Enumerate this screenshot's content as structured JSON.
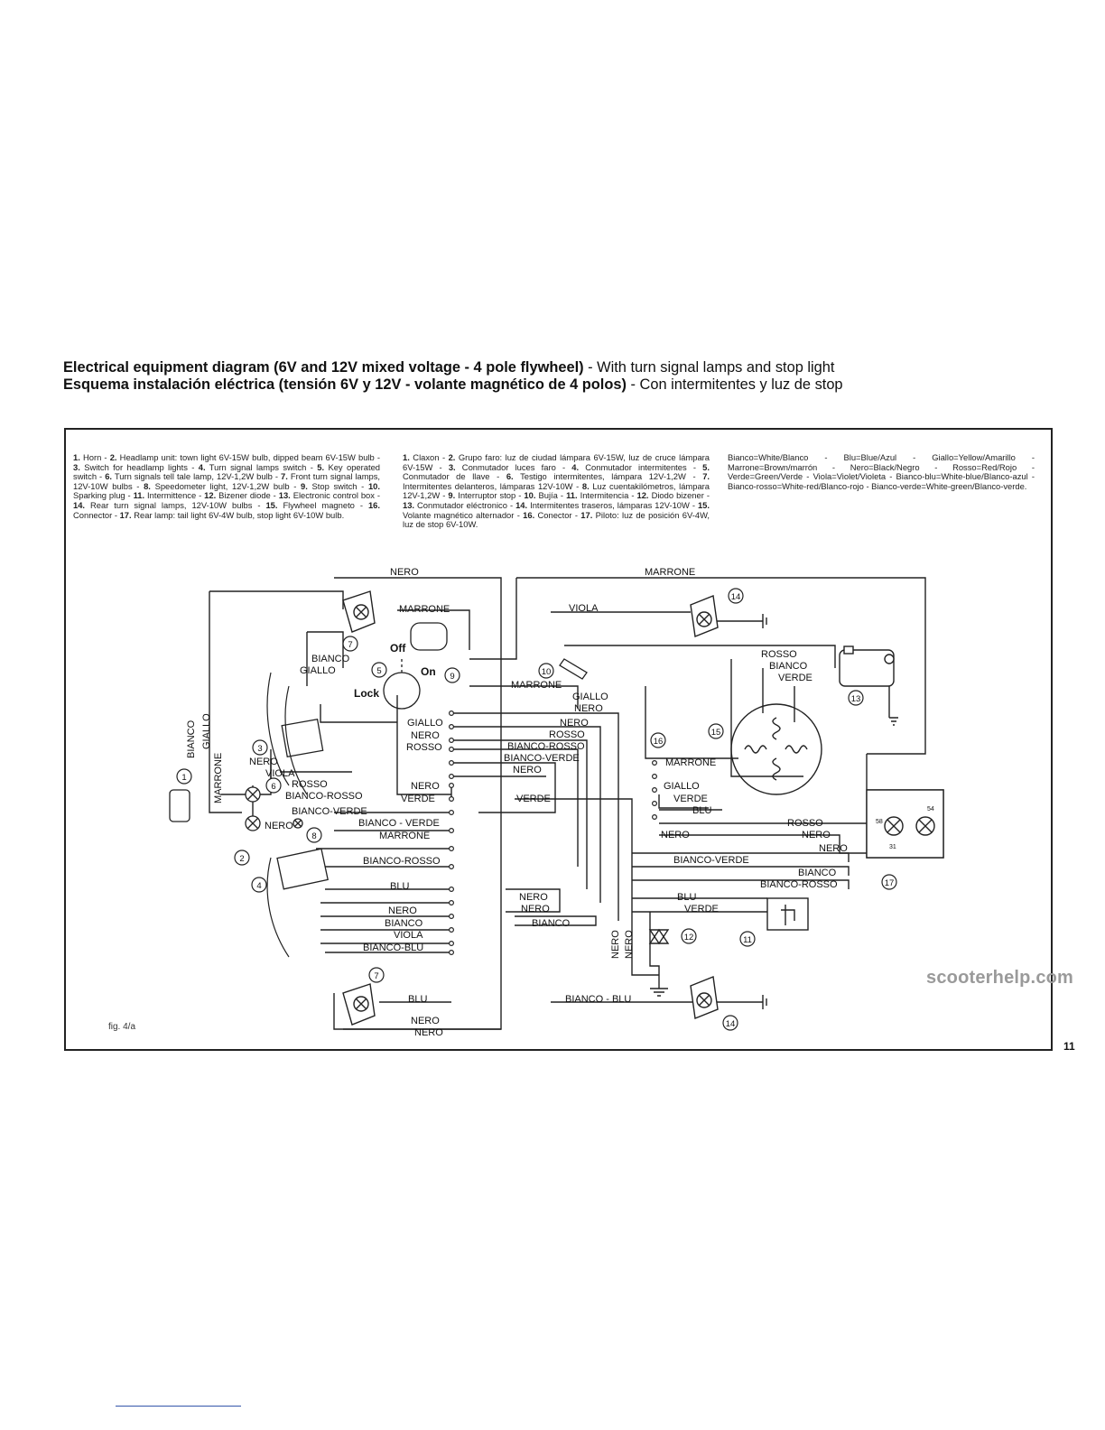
{
  "title": {
    "en_bold": "Electrical equipment diagram (6V and 12V mixed voltage - 4 pole flywheel)",
    "en_rest": " - With turn signal lamps and stop light",
    "es_bold": "Esquema instalación eléctrica (tensión 6V y 12V - volante magnético de 4 polos)",
    "es_rest": " - Con intermitentes y luz de stop"
  },
  "legend_en": [
    {
      "n": "1.",
      "t": " Horn - "
    },
    {
      "n": "2.",
      "t": " Headlamp unit: town light 6V-15W bulb, dipped beam 6V-15W bulb - "
    },
    {
      "n": "3.",
      "t": " Switch for headlamp lights - "
    },
    {
      "n": "4.",
      "t": " Turn signal lamps switch - "
    },
    {
      "n": "5.",
      "t": " Key operated switch - "
    },
    {
      "n": "6.",
      "t": " Turn signals tell tale lamp, 12V-1,2W bulb - "
    },
    {
      "n": "7.",
      "t": " Front turn signal lamps, 12V-10W bulbs - "
    },
    {
      "n": "8.",
      "t": " Speedometer light, 12V-1,2W bulb - "
    },
    {
      "n": "9.",
      "t": " Stop switch - "
    },
    {
      "n": "10.",
      "t": " Sparking plug - "
    },
    {
      "n": "11.",
      "t": " Intermittence - "
    },
    {
      "n": "12.",
      "t": " Bizener diode - "
    },
    {
      "n": "13.",
      "t": " Electronic control box - "
    },
    {
      "n": "14.",
      "t": " Rear turn signal lamps, 12V-10W bulbs - "
    },
    {
      "n": "15.",
      "t": " Flywheel magneto - "
    },
    {
      "n": "16.",
      "t": " Connector - "
    },
    {
      "n": "17.",
      "t": " Rear lamp: tail light 6V-4W bulb, stop light 6V-10W bulb."
    }
  ],
  "legend_es": [
    {
      "n": "1.",
      "t": " Claxon - "
    },
    {
      "n": "2.",
      "t": " Grupo faro: luz de ciudad lámpara 6V-15W, luz de cruce lámpara 6V-15W - "
    },
    {
      "n": "3.",
      "t": " Conmutador luces faro - "
    },
    {
      "n": "4.",
      "t": " Conmutador intermitentes - "
    },
    {
      "n": "5.",
      "t": " Conmutador de llave - "
    },
    {
      "n": "6.",
      "t": " Testigo intermitentes, lámpara 12V-1,2W - "
    },
    {
      "n": "7.",
      "t": " Intermitentes delanteros, lámparas 12V-10W - "
    },
    {
      "n": "8.",
      "t": " Luz cuentakilómetros, lámpara 12V-1,2W - "
    },
    {
      "n": "9.",
      "t": " Interruptor stop - "
    },
    {
      "n": "10.",
      "t": " Bujía - "
    },
    {
      "n": "11.",
      "t": " Intermitencia - "
    },
    {
      "n": "12.",
      "t": " Diodo bizener - "
    },
    {
      "n": "13.",
      "t": " Conmutador eléctronico - "
    },
    {
      "n": "14.",
      "t": " Intermitentes traseros, lámparas 12V-10W - "
    },
    {
      "n": "15.",
      "t": " Volante magnético alternador - "
    },
    {
      "n": "16.",
      "t": " Conector - "
    },
    {
      "n": "17.",
      "t": " Piloto: luz de posición 6V-4W, luz de stop 6V-10W."
    }
  ],
  "legend_colors": "Bianco=White/Blanco - Blu=Blue/Azul - Giallo=Yellow/Amarillo - Marrone=Brown/marrón - Nero=Black/Negro - Rosso=Red/Rojo - Verde=Green/Verde - Viola=Violet/Violeta - Bianco-blu=White-blue/Blanco-azul - Bianco-rosso=White-red/Blanco-rojo - Bianco-verde=White-green/Blanco-verde.",
  "switch_labels": {
    "off": "Off",
    "on": "On",
    "lock": "Lock"
  },
  "lamp_pins": {
    "p58": "58",
    "p54": "54",
    "p31": "31"
  },
  "fig_label": "fig. 4/a",
  "page_number": "11",
  "watermark": "scooterhelp.com",
  "wire_labels": {
    "nero_top": "NERO",
    "marrone_top": "MARRONE",
    "marrone_1": "MARRONE",
    "viola_1": "VIOLA",
    "bianco_1": "BIANCO",
    "giallo_1": "GIALLO",
    "rosso_1": "ROSSO",
    "bianco_2": "BIANCO",
    "verde_1": "VERDE",
    "marrone_2": "MARRONE",
    "giallo_2": "GIALLO",
    "nero_2": "NERO",
    "giallo_3": "GIALLO",
    "nero_3": "NERO",
    "rosso_2": "ROSSO",
    "rosso_3": "ROSSO",
    "bianco_rosso_1": "BIANCO-ROSSO",
    "bianco_verde_1": "BIANCO-VERDE",
    "nero_4": "NERO",
    "marrone_3": "MARRONE",
    "nero_5": "NERO",
    "verde_2": "VERDE",
    "verde_3": "VERDE",
    "giallo_4": "GIALLO",
    "verde_4": "VERDE",
    "blu_1": "BLU",
    "rosso_4": "ROSSO",
    "nero_6": "NERO",
    "nero_7": "NERO",
    "nero_8": "NERO",
    "bianco_verde_2": "BIANCO-VERDE",
    "bianco_3": "BIANCO",
    "bianco_rosso_2": "BIANCO-ROSSO",
    "blu_2": "BLU",
    "verde_5": "VERDE",
    "nero_9": "NERO",
    "nero_10": "NERO",
    "bianco_4": "BIANCO",
    "nero_v": "NERO",
    "nero_v2": "NERO",
    "bianco_blu_1": "BIANCO-BLU",
    "bianco_v": "BIANCO",
    "giallo_v": "GIALLO",
    "marrone_v": "MARRONE",
    "nero_11": "NERO",
    "viola_2": "VIOLA",
    "rosso_5": "ROSSO",
    "bianco_rosso_3": "BIANCO-ROSSO",
    "bianco_verde_3": "BIANCO-VERDE",
    "nero_12": "NERO",
    "bianco_verde_4": "BIANCO - VERDE",
    "marrone_4": "MARRONE",
    "bianco_rosso_4": "BIANCO-ROSSO",
    "blu_3": "BLU",
    "nero_13": "NERO",
    "bianco_5": "BIANCO",
    "viola_3": "VIOLA",
    "bianco_blu_2": "BIANCO-BLU",
    "blu_4": "BLU",
    "nero_14": "NERO",
    "nero_15": "NERO",
    "bianco_blu_3": "BIANCO - BLU"
  },
  "components": [
    "1",
    "2",
    "3",
    "4",
    "5",
    "6",
    "7",
    "7",
    "8",
    "9",
    "10",
    "11",
    "12",
    "13",
    "14",
    "14",
    "15",
    "16",
    "17"
  ]
}
